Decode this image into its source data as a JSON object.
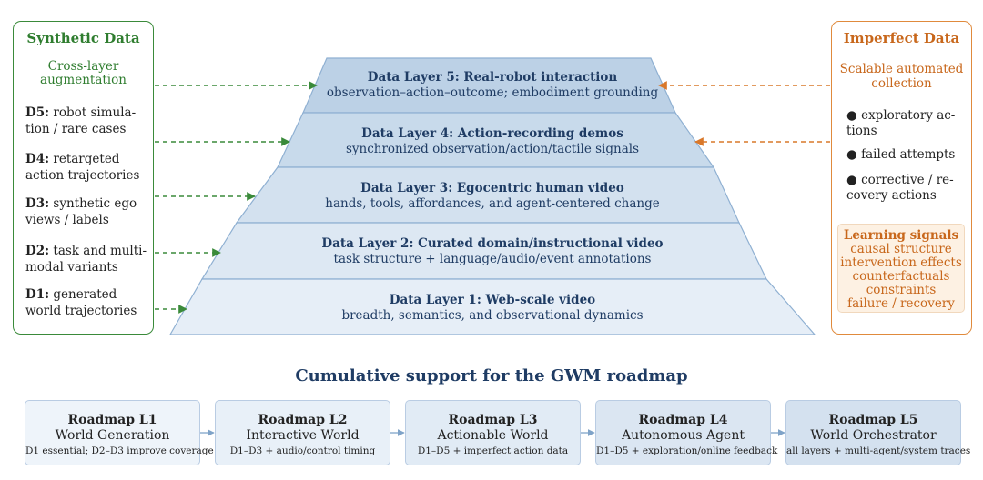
{
  "synthetic": {
    "title": "Synthetic Data",
    "subtitle": [
      "Cross-layer",
      "augmentation"
    ],
    "items": [
      {
        "label": "D5:",
        "lines": [
          "robot simula-",
          "tion / rare cases"
        ]
      },
      {
        "label": "D4:",
        "lines": [
          "retargeted",
          "action trajectories"
        ]
      },
      {
        "label": "D3:",
        "lines": [
          "synthetic ego",
          "views / labels"
        ]
      },
      {
        "label": "D2:",
        "lines": [
          "task and multi-",
          "modal variants"
        ]
      },
      {
        "label": "D1:",
        "lines": [
          "generated",
          "world trajectories"
        ]
      }
    ]
  },
  "imperfect": {
    "title": "Imperfect Data",
    "subtitle": [
      "Scalable automated",
      "collection"
    ],
    "bullets": [
      {
        "lines": [
          "exploratory ac-",
          "tions"
        ]
      },
      {
        "lines": [
          "failed attempts"
        ]
      },
      {
        "lines": [
          "corrective / re-",
          "covery actions"
        ]
      }
    ],
    "learning": {
      "title": "Learning signals",
      "items": [
        "causal structure",
        "intervention effects",
        "counterfactuals",
        "constraints",
        "failure / recovery"
      ]
    }
  },
  "layers": [
    {
      "title": "Data Layer 5: Real-robot interaction",
      "desc": "observation–action–outcome; embodiment grounding"
    },
    {
      "title": "Data Layer 4: Action-recording demos",
      "desc": "synchronized observation/action/tactile signals"
    },
    {
      "title": "Data Layer 3: Egocentric human video",
      "desc": "hands, tools, affordances, and agent-centered change"
    },
    {
      "title": "Data Layer 2: Curated domain/instructional video",
      "desc": "task structure + language/audio/event annotations"
    },
    {
      "title": "Data Layer 1: Web-scale video",
      "desc": "breadth, semantics, and observational dynamics"
    }
  ],
  "roadmap": {
    "title": "Cumulative support for the GWM roadmap",
    "steps": [
      {
        "level": "Roadmap L1",
        "name": "World Generation",
        "desc": "D1 essential; D2–D3 improve coverage"
      },
      {
        "level": "Roadmap L2",
        "name": "Interactive World",
        "desc": "D1–D3 + audio/control timing"
      },
      {
        "level": "Roadmap L3",
        "name": "Actionable World",
        "desc": "D1–D5 + imperfect action data"
      },
      {
        "level": "Roadmap L4",
        "name": "Autonomous Agent",
        "desc": "D1–D5 + exploration/online feedback"
      },
      {
        "level": "Roadmap L5",
        "name": "World Orchestrator",
        "desc": "all layers + multi-agent/system traces"
      }
    ]
  },
  "colors": {
    "green": "#3a8a3a",
    "orange": "#d9782a",
    "navy": "#1f3c64",
    "layer_fills": [
      "#bcd1e6",
      "#c8daeb",
      "#d3e1ef",
      "#dde8f3",
      "#e6eef7"
    ],
    "roadmap_fills": [
      "#eef4fa",
      "#e8f0f8",
      "#e1ebf5",
      "#dbe6f2",
      "#d4e1ef"
    ]
  }
}
